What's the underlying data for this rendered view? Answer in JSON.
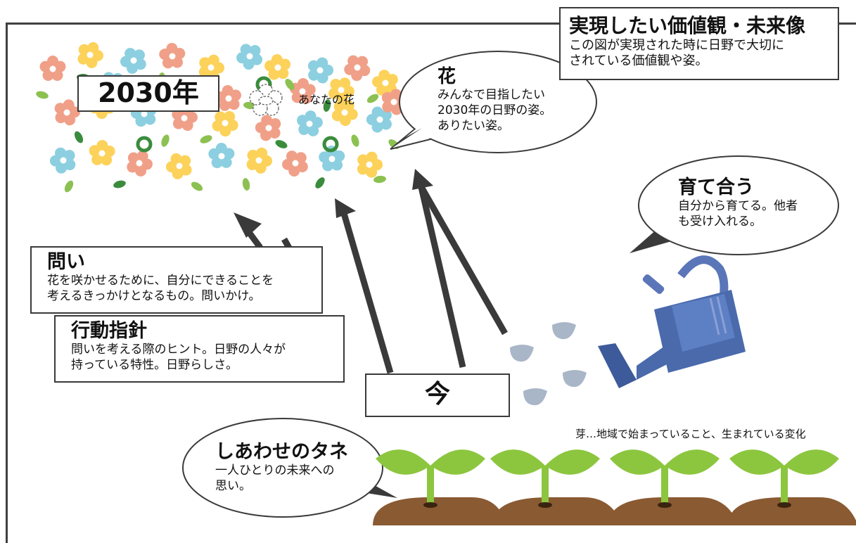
{
  "values_box": {
    "title": "実現したい価値観・未来像",
    "line1": "この図が実現された時に日野で大切に",
    "line2": "されている価値観や姿。"
  },
  "year_label": "2030年",
  "your_flower_label": "あなたの花",
  "flower_bubble": {
    "title": "花",
    "line1": "みんなで目指したい",
    "line2": "2030年の日野の姿。",
    "line3": "ありたい姿。"
  },
  "nurture_bubble": {
    "title": "育て合う",
    "line1": "自分から育てる。他者",
    "line2": "も受け入れる。"
  },
  "question_box": {
    "title": "問い",
    "line1": "花を咲かせるために、自分にできることを",
    "line2": "考えるきっかけとなるもの。問いかけ。"
  },
  "guideline_box": {
    "title": "行動指針",
    "line1": "問いを考える際のヒント。日野の人々が",
    "line2": "持っている特性。日野らしさ。"
  },
  "now_label": "今",
  "sprout_caption": "芽…地域で始まっていること、生まれている変化",
  "seed_bubble": {
    "title": "しあわせのタネ",
    "line1": "一人ひとりの未来への",
    "line2": "思い。"
  },
  "colors": {
    "frame": "#404040",
    "flower_pink": "#f0a088",
    "flower_yellow": "#fcd25a",
    "flower_blue": "#8ccfe0",
    "leaf_green": "#8cc152",
    "dark_green": "#3a8c3c",
    "watering_can": "#4a6aac",
    "water_drop": "#a9b6c8",
    "soil": "#8a5a32",
    "sprout": "#8cc63f",
    "arrow": "#3a3a3a"
  }
}
